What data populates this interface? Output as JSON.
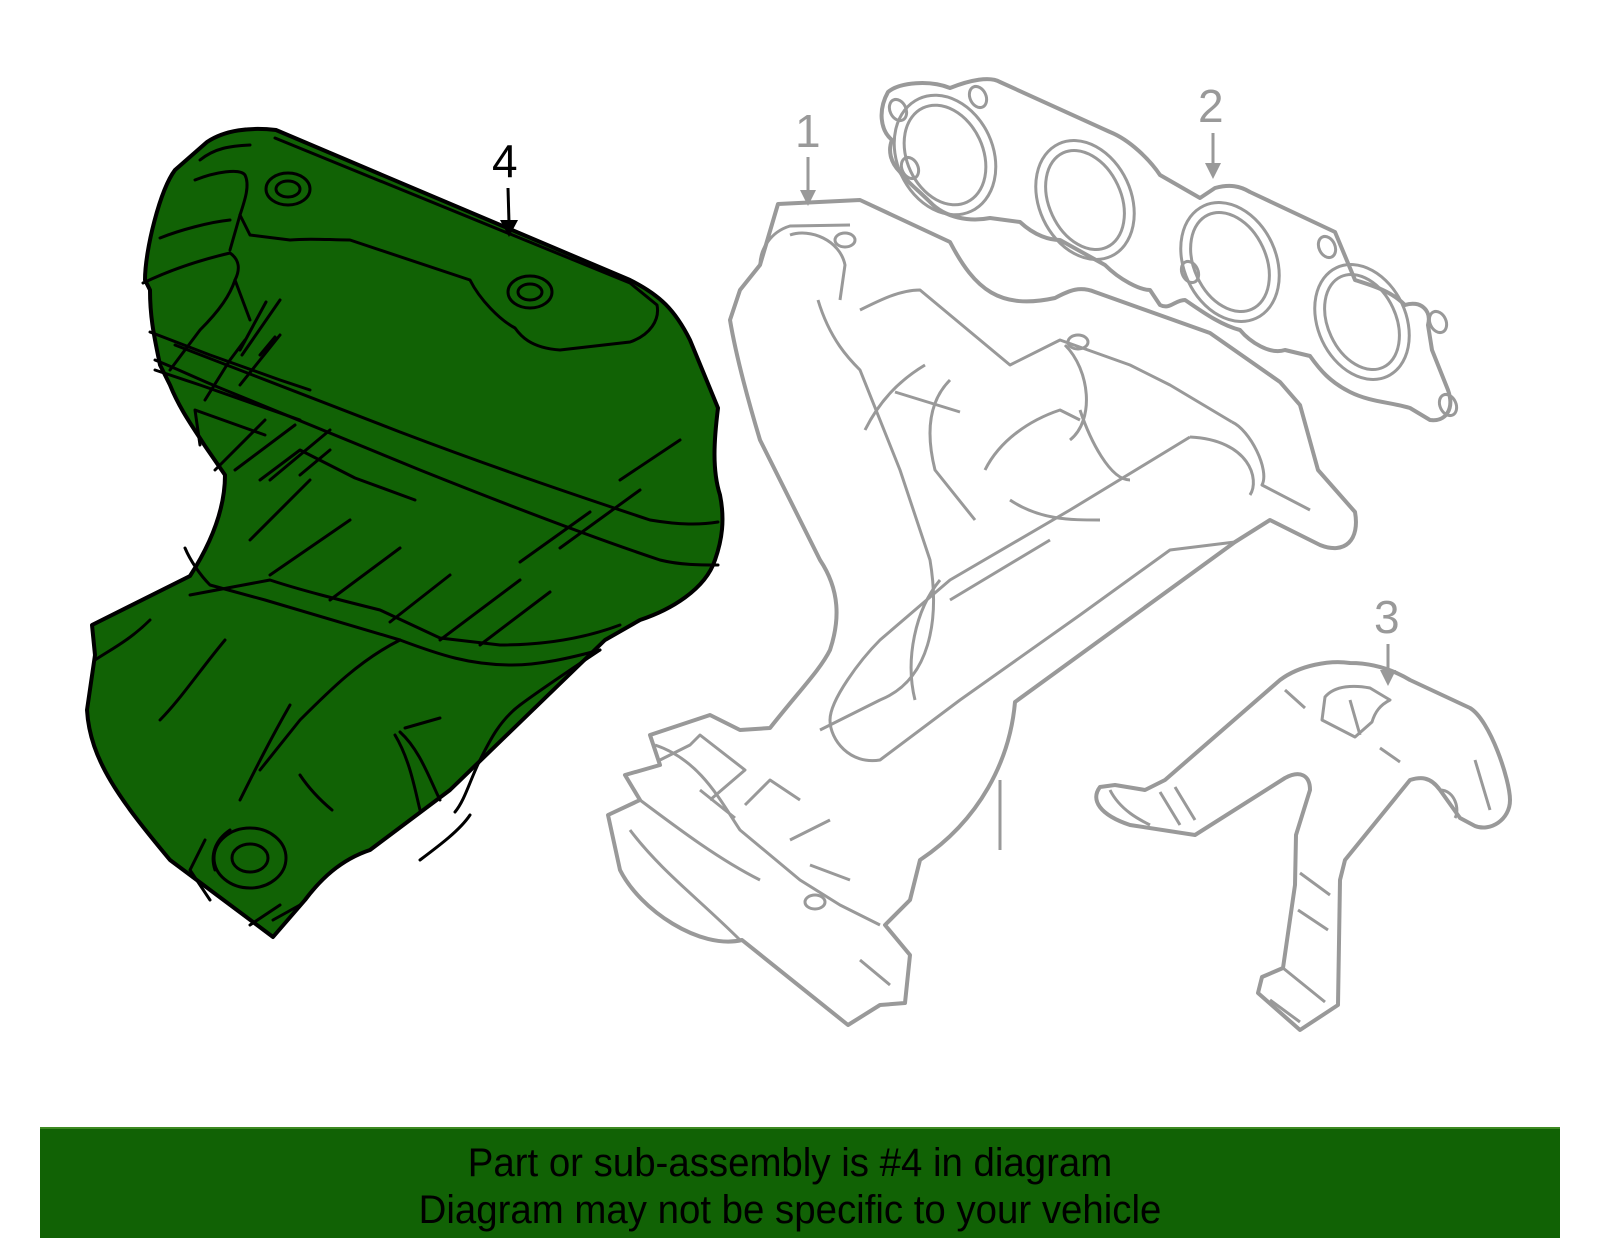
{
  "diagram": {
    "title": "Exhaust manifold assembly exploded view",
    "highlighted_part": 4,
    "colors": {
      "highlight_fill": "#116205",
      "highlight_stroke": "#000000",
      "other_parts_stroke": "#999999",
      "background": "#ffffff"
    },
    "callouts": [
      {
        "number": "1",
        "part": "exhaust-manifold",
        "highlighted": false
      },
      {
        "number": "2",
        "part": "manifold-gasket",
        "highlighted": false
      },
      {
        "number": "3",
        "part": "manifold-bracket",
        "highlighted": false
      },
      {
        "number": "4",
        "part": "heat-shield",
        "highlighted": true
      }
    ]
  },
  "banner": {
    "line1": "Part or sub-assembly is #4 in diagram",
    "line2": "Diagram may not be specific to your vehicle",
    "background": "#116205"
  }
}
